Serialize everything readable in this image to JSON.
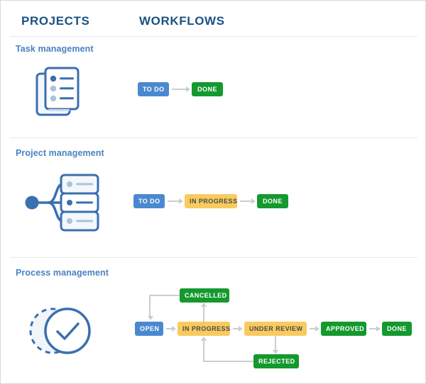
{
  "header": {
    "projects_label": "PROJECTS",
    "workflows_label": "WORKFLOWS"
  },
  "colors": {
    "header_text": "#1c5182",
    "section_title": "#4a82c3",
    "badge_blue": "#4a89d0",
    "badge_green": "#14992e",
    "badge_yellow": "#f9cb5f",
    "badge_yellow_text": "#4a4a49",
    "connector": "#c9ced4",
    "divider": "#e4e8ee",
    "icon_blue": "#3a6fb0",
    "icon_blue_light": "#a9c3e0",
    "frame_border": "#d8d8d8"
  },
  "sections": [
    {
      "title": "Task management",
      "icon": "stacked-documents-checklist-icon",
      "workflow": {
        "statuses": [
          {
            "label": "TO DO",
            "color": "blue"
          },
          {
            "label": "DONE",
            "color": "green"
          }
        ],
        "transitions": [
          {
            "from": "TO DO",
            "to": "DONE"
          }
        ]
      }
    },
    {
      "title": "Project management",
      "icon": "project-branch-nodes-icon",
      "workflow": {
        "statuses": [
          {
            "label": "TO DO",
            "color": "blue"
          },
          {
            "label": "IN PROGRESS",
            "color": "yellow"
          },
          {
            "label": "DONE",
            "color": "green"
          }
        ],
        "transitions": [
          {
            "from": "TO DO",
            "to": "IN PROGRESS"
          },
          {
            "from": "IN PROGRESS",
            "to": "DONE"
          }
        ]
      }
    },
    {
      "title": "Process management",
      "icon": "dashed-circle-check-icon",
      "workflow": {
        "statuses": [
          {
            "label": "OPEN",
            "color": "blue"
          },
          {
            "label": "IN PROGRESS",
            "color": "yellow"
          },
          {
            "label": "UNDER REVIEW",
            "color": "yellow"
          },
          {
            "label": "APPROVED",
            "color": "green"
          },
          {
            "label": "DONE",
            "color": "green"
          },
          {
            "label": "CANCELLED",
            "color": "green"
          },
          {
            "label": "REJECTED",
            "color": "green"
          }
        ],
        "transitions": [
          {
            "from": "OPEN",
            "to": "IN PROGRESS"
          },
          {
            "from": "IN PROGRESS",
            "to": "UNDER REVIEW"
          },
          {
            "from": "UNDER REVIEW",
            "to": "APPROVED"
          },
          {
            "from": "APPROVED",
            "to": "DONE"
          },
          {
            "from": "IN PROGRESS",
            "to": "CANCELLED"
          },
          {
            "from": "CANCELLED",
            "to": "OPEN"
          },
          {
            "from": "UNDER REVIEW",
            "to": "REJECTED"
          },
          {
            "from": "REJECTED",
            "to": "IN PROGRESS"
          }
        ]
      }
    }
  ]
}
